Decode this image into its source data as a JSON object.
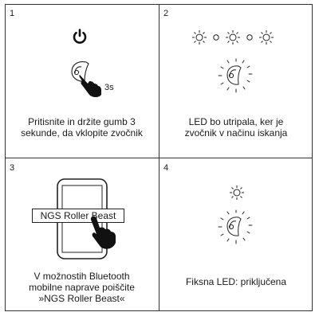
{
  "steps": [
    {
      "number": "1",
      "caption_line1": "Pritisnite in držite gumb 3",
      "caption_line2": "sekunde, da vklopite zvočnik",
      "timer": "3s"
    },
    {
      "number": "2",
      "caption_line1": "LED bo utripala, ker je",
      "caption_line2": "zvočnik v načinu iskanja"
    },
    {
      "number": "3",
      "caption_line1": "V možnostih Bluetooth",
      "caption_line2": "mobilne naprave poiščite",
      "caption_line3": "»NGS Roller Beast«",
      "device_label": "NGS Roller Beast"
    },
    {
      "number": "4",
      "caption_line1": "Fiksna LED: priključena"
    }
  ],
  "icons": {
    "step1": [
      "power-icon",
      "press-hand-icon"
    ],
    "step2": [
      "blinking-led-icon",
      "speaker-led-icon"
    ],
    "step3": [
      "phone-icon",
      "tap-hand-icon"
    ],
    "step4": [
      "steady-led-icon",
      "speaker-led-icon"
    ]
  },
  "colors": {
    "line": "#333333",
    "text": "#1a1a1a",
    "background": "#ffffff"
  }
}
